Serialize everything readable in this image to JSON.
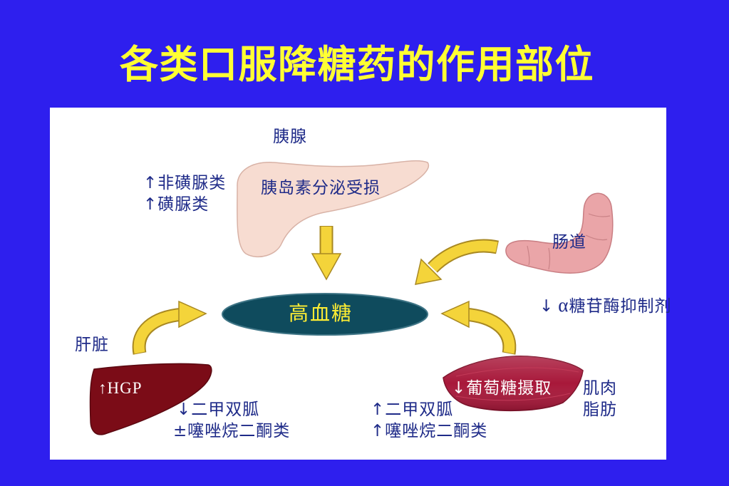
{
  "slide": {
    "title": "各类口服降糖药的作用部位",
    "colors": {
      "background": "#2e1fee",
      "title": "#ffff33",
      "panel": "#ffffff",
      "label": "#1e2a88"
    }
  },
  "diagram": {
    "arrow_color": "#f4d43a",
    "pancreas": {
      "organ_label": "胰腺",
      "defect": "胰岛素分泌受损",
      "drugs": [
        "↑非磺脲类",
        "↑磺脲类"
      ],
      "color": "#f7dcd1"
    },
    "intestine": {
      "organ_label": "肠道",
      "drug": {
        "arrow": "↓",
        "symbol": "α",
        "name": "糖苷酶抑制剂"
      },
      "color": "#eaa5a8"
    },
    "center": {
      "label": "高血糖",
      "color": "#0f4b5d",
      "text_color": "#ffee33"
    },
    "liver": {
      "organ_label": "肝脏",
      "defect": "↑HGP",
      "drugs": [
        "↓二甲双胍",
        "±噻唑烷二酮类"
      ],
      "color": "#7b0c17"
    },
    "muscle_fat": {
      "organ_labels": [
        "肌肉",
        "脂肪"
      ],
      "defect": "↓葡萄糖摄取",
      "drugs": [
        "↑二甲双胍",
        "↑噻唑烷二酮类"
      ],
      "color": "#a8183a"
    }
  }
}
